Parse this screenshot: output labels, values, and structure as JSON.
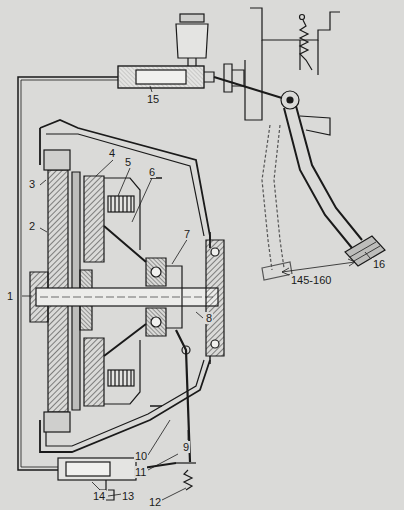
{
  "diagram": {
    "labels": [
      "1",
      "2",
      "3",
      "4",
      "5",
      "6",
      "7",
      "8",
      "9",
      "10",
      "11",
      "12",
      "13",
      "14",
      "15",
      "16",
      "145-160"
    ]
  }
}
